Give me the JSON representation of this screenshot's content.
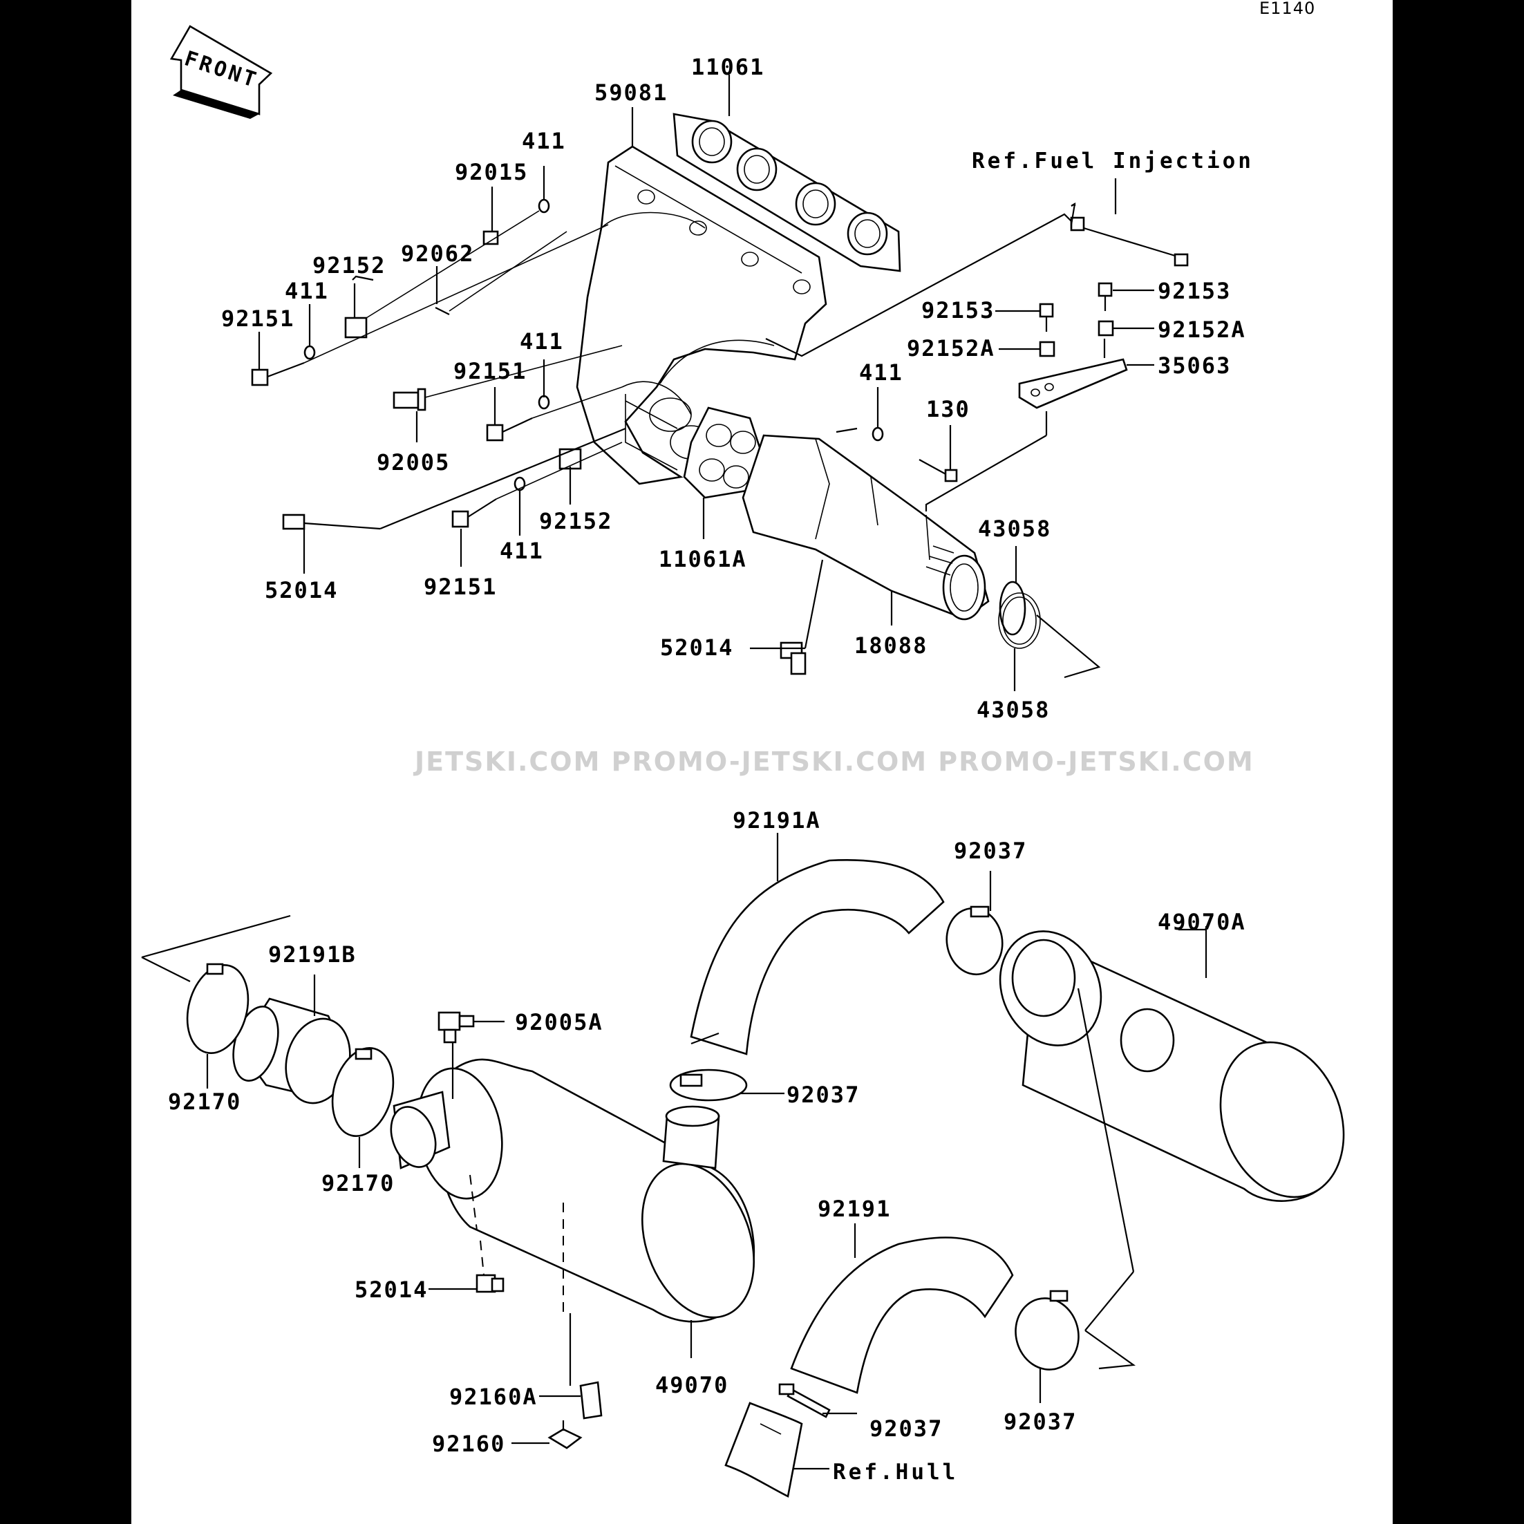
{
  "diagram_code": "E1140",
  "front_label": "FRONT",
  "watermark": "JETSKI.COM  PROMO-JETSKI.COM  PROMO-JETSKI.COM",
  "refs": {
    "fuel_injection": "Ref.Fuel Injection",
    "hull": "Ref.Hull"
  },
  "parts": {
    "p11061": "11061",
    "p59081": "59081",
    "p411_a": "411",
    "p92015": "92015",
    "p92152_a": "92152",
    "p92062": "92062",
    "p411_b": "411",
    "p92151_a": "92151",
    "p411_c": "411",
    "p92151_b": "92151",
    "p92005": "92005",
    "p52014_a": "52014",
    "p92151_c": "92151",
    "p411_d": "411",
    "p92152_b": "92152",
    "p11061A": "11061A",
    "p52014_b": "52014",
    "p18088": "18088",
    "p43058_a": "43058",
    "p43058_b": "43058",
    "p92153_a": "92153",
    "p92152A_a": "92152A",
    "p411_e": "411",
    "p130": "130",
    "p92153_b": "92153",
    "p92152A_b": "92152A",
    "p35063": "35063",
    "p92191A": "92191A",
    "p92037_a": "92037",
    "p49070A": "49070A",
    "p92191B": "92191B",
    "p92170_a": "92170",
    "p92170_b": "92170",
    "p92005A": "92005A",
    "p92037_b": "92037",
    "p92191": "92191",
    "p52014_c": "52014",
    "p49070": "49070",
    "p92160A": "92160A",
    "p92160": "92160",
    "p92037_c": "92037",
    "p92037_d": "92037"
  }
}
